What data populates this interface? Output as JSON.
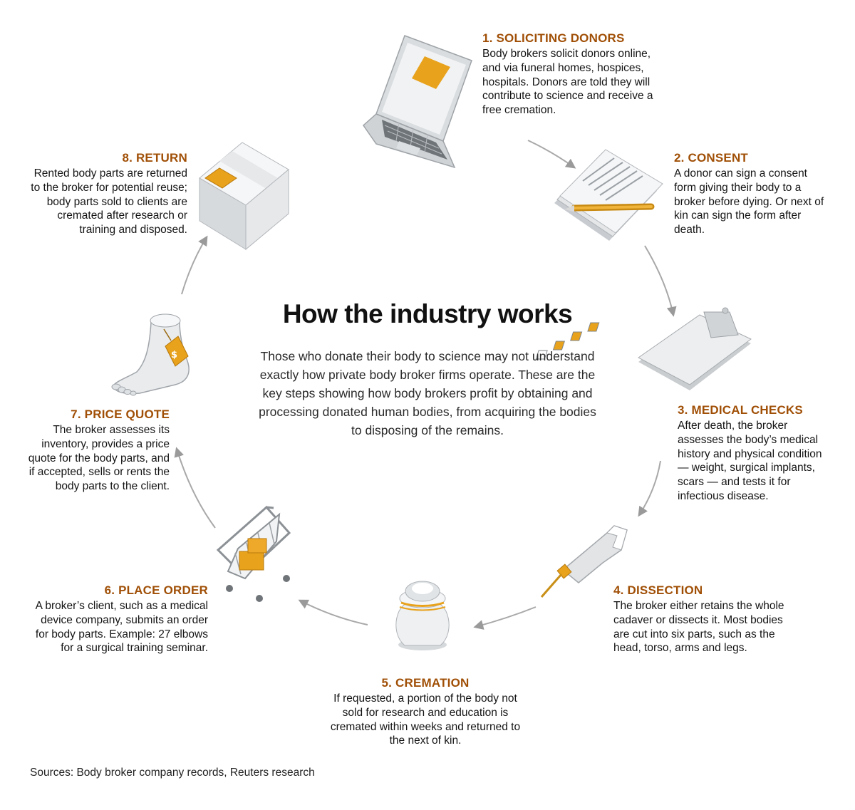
{
  "title": "How the industry works",
  "intro": "Those who donate their body to science may not understand exactly how private body broker firms operate. These are the key steps showing how body brokers profit by obtaining and processing donated human bodies, from acquiring the bodies to disposing of the remains.",
  "sources": "Sources: Body broker company records, Reuters research",
  "accent_color": "#a04f06",
  "illustration_color": "#e8a21c",
  "steps": [
    {
      "heading": "1. SOLICITING DONORS",
      "text": "Body brokers solicit donors online, and via funeral homes, hospices, hospitals. Donors are told they will contribute to science and receive a free cremation.",
      "icon": "laptop-icon"
    },
    {
      "heading": "2. CONSENT",
      "text": "A donor can sign a consent form giving their body to a broker before dying. Or next of kin can sign the form after death.",
      "icon": "consent-form-pen-icon"
    },
    {
      "heading": "3. MEDICAL CHECKS",
      "text": "After death, the broker assesses the body’s medical history and physical condition — weight, surgical implants, scars — and tests it for infectious disease.",
      "icon": "clipboard-checklist-icon"
    },
    {
      "heading": "4. DISSECTION",
      "text": "The broker either retains the whole cadaver or dissects it. Most bodies are cut into six parts, such as the head, torso, arms and legs.",
      "icon": "reciprocating-saw-icon"
    },
    {
      "heading": "5. CREMATION",
      "text": "If requested, a portion of the body not sold for research and education is cremated within weeks and returned to the next of kin.",
      "icon": "urn-icon"
    },
    {
      "heading": "6. PLACE ORDER",
      "text": "A broker’s client, such as a medical device company, submits an order for body parts. Example: 27 elbows for a surgical training seminar.",
      "icon": "shopping-cart-icon"
    },
    {
      "heading": "7. PRICE QUOTE",
      "text": "The broker assesses its inventory, provides a price quote for the body parts, and if accepted, sells or rents the body parts to the client.",
      "icon": "foot-price-tag-icon"
    },
    {
      "heading": "8. RETURN",
      "text": "Rented body parts are returned to the broker for potential reuse; body parts sold to clients are cremated after research or training and disposed.",
      "icon": "shipping-box-icon"
    }
  ]
}
